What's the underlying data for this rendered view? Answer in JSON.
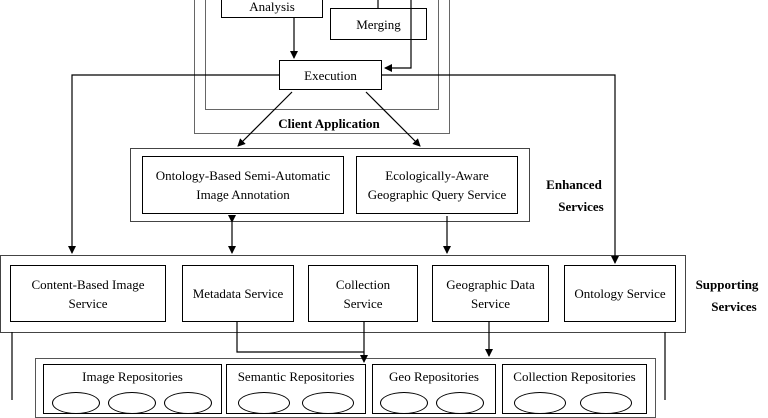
{
  "client_application": {
    "title": "Client Application",
    "analysis": "Analysis",
    "merging": "Merging",
    "execution": "Execution"
  },
  "enhanced_services": {
    "label_line1": "Enhanced",
    "label_line2": "Services",
    "annotation_line1": "Ontology-Based Semi-Automatic",
    "annotation_line2": "Image Annotation",
    "geo_query_line1": "Ecologically-Aware",
    "geo_query_line2": "Geographic Query Service"
  },
  "supporting_services": {
    "label_line1": "Supporting",
    "label_line2": "Services",
    "items": [
      {
        "line1": "Content-Based Image",
        "line2": "Service"
      },
      {
        "line1": "Metadata Service",
        "line2": ""
      },
      {
        "line1": "Collection",
        "line2": "Service"
      },
      {
        "line1": "Geographic Data",
        "line2": "Service"
      },
      {
        "line1": "Ontology Service",
        "line2": ""
      }
    ]
  },
  "repositories": [
    "Image Repositories",
    "Semantic Repositories",
    "Geo Repositories",
    "Collection Repositories"
  ]
}
